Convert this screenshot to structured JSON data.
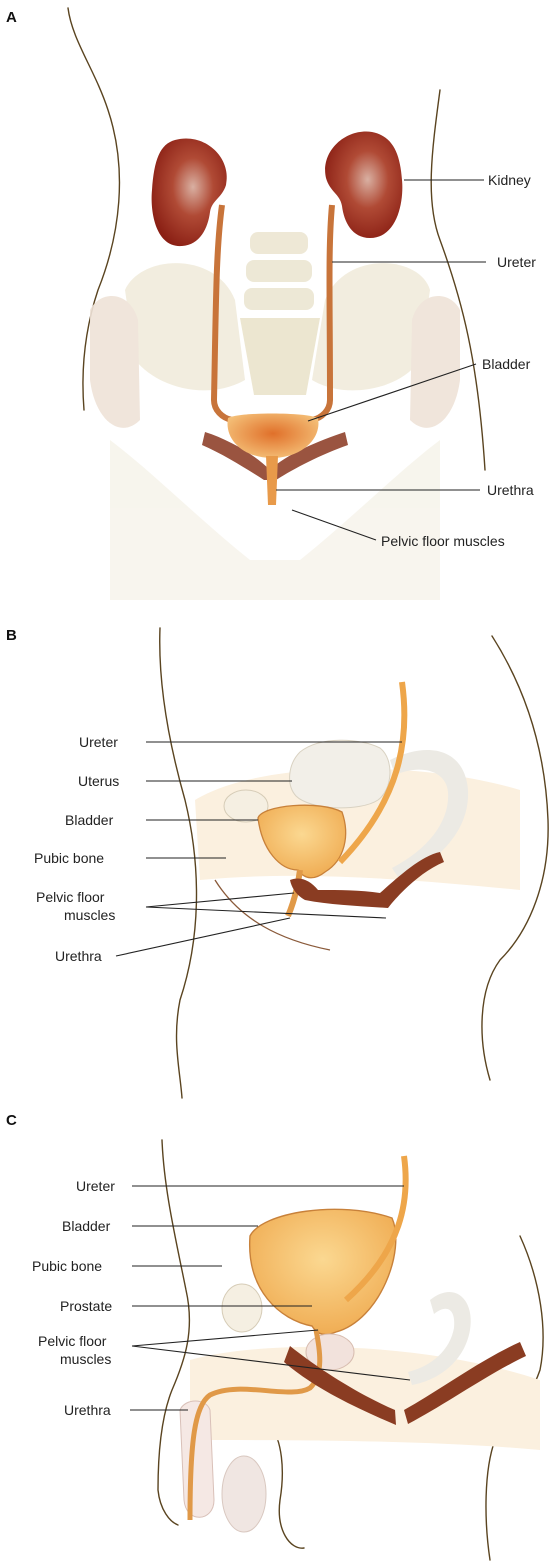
{
  "panels": [
    {
      "letter": "A",
      "labels": {
        "kidney": "Kidney",
        "ureter": "Ureter",
        "bladder": "Bladder",
        "urethra": "Urethra",
        "pelvic_floor": "Pelvic floor muscles"
      }
    },
    {
      "letter": "B",
      "labels": {
        "ureter": "Ureter",
        "uterus": "Uterus",
        "bladder": "Bladder",
        "pubic_bone": "Pubic bone",
        "pelvic_floor_1": "Pelvic floor",
        "pelvic_floor_2": "muscles",
        "urethra": "Urethra"
      }
    },
    {
      "letter": "C",
      "labels": {
        "ureter": "Ureter",
        "bladder": "Bladder",
        "pubic_bone": "Pubic bone",
        "prostate": "Prostate",
        "pelvic_floor_1": "Pelvic floor",
        "pelvic_floor_2": "muscles",
        "urethra": "Urethra"
      }
    }
  ],
  "colors": {
    "kidney": "#9b2a1a",
    "ureter": "#c8743a",
    "bladder": "#f2b04a",
    "muscle": "#8a4a2e",
    "bone": "#f3ead8",
    "outline": "#5a4420"
  }
}
